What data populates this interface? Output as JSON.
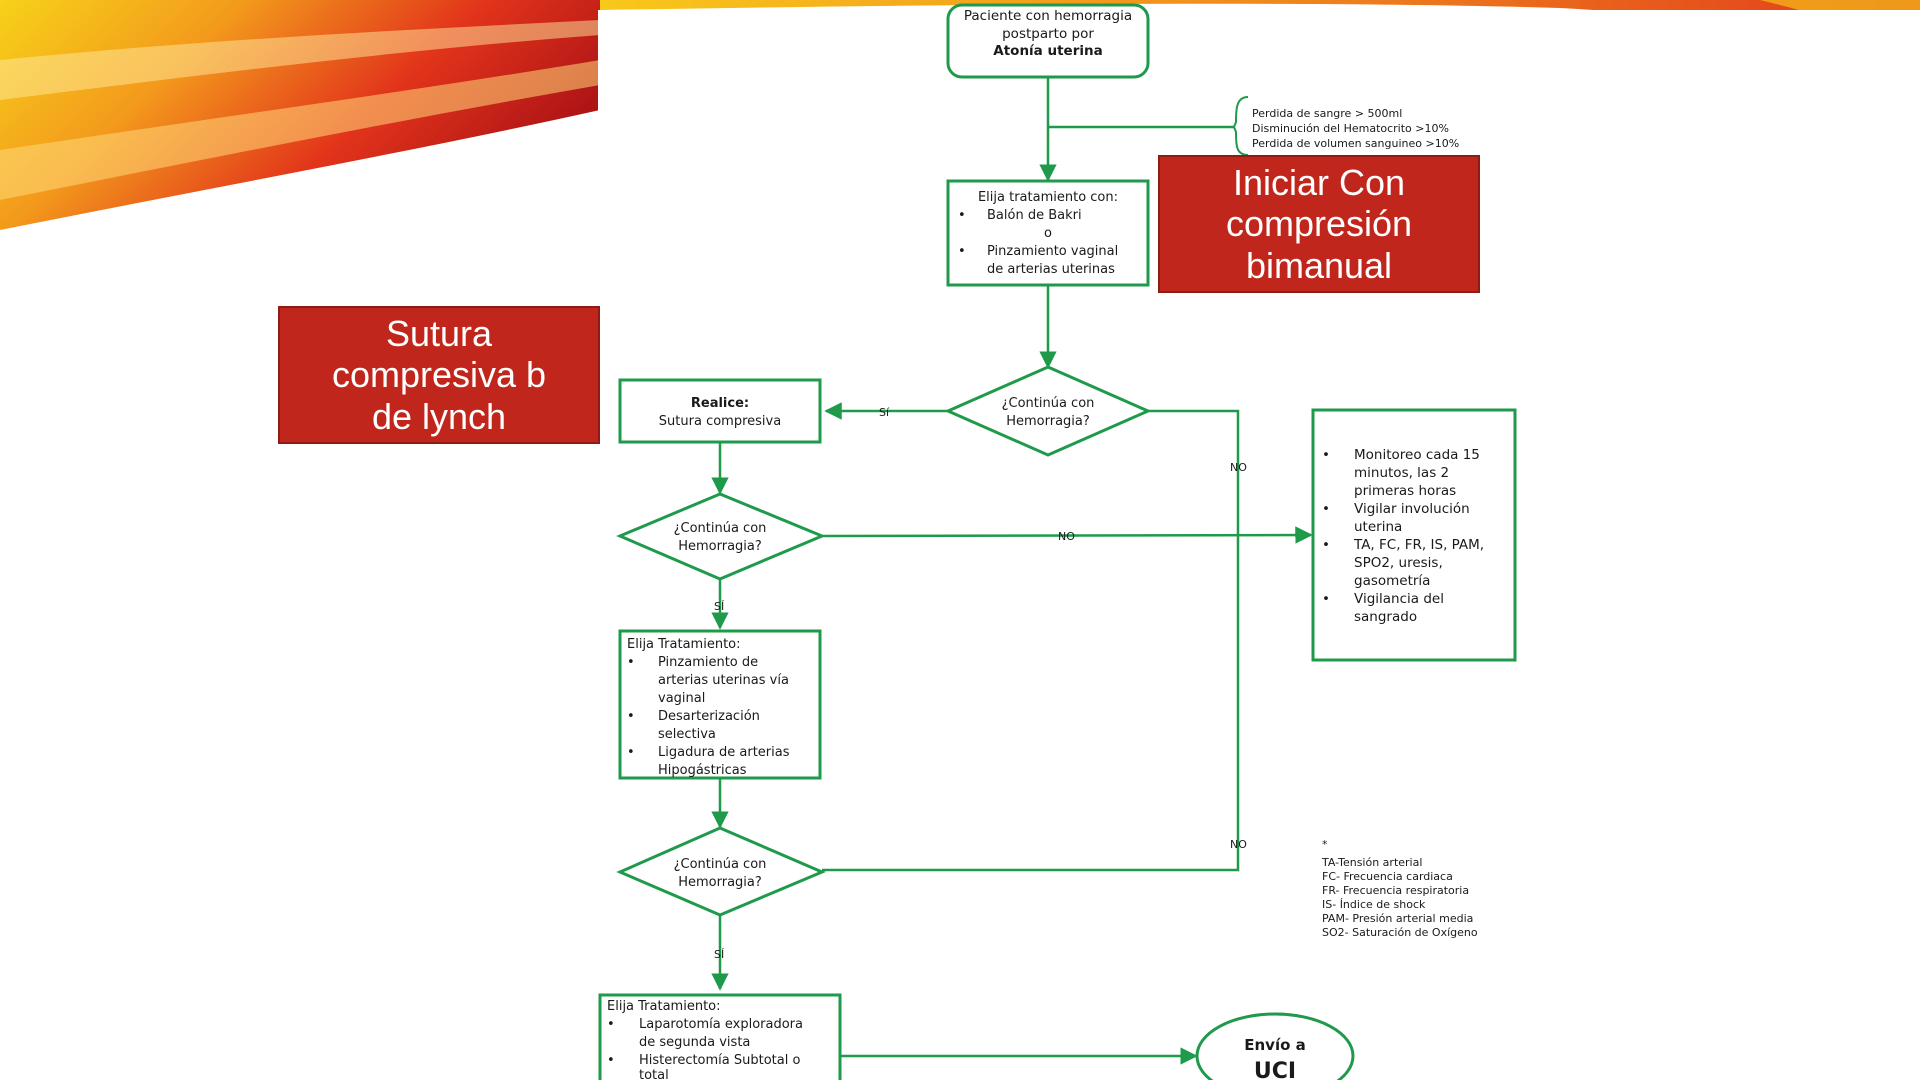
{
  "colors": {
    "accent_red": "#c0261b",
    "flow_green": "#1f9a4b",
    "text_dark": "#1a1a1a"
  },
  "callouts": {
    "right": "Iniciar Con\ncompresión\nbimanual",
    "left": "Sutura\ncompresiva b\nde lynch"
  },
  "flow": {
    "start": [
      "Paciente con hemorragia",
      "postparto por",
      "Atonía uterina"
    ],
    "criteria": [
      "Perdida de sangre > 500ml",
      "Disminución del Hematocrito >10%",
      "Perdida de volumen sanguineo >10%"
    ],
    "treatment1": {
      "title": "Elija tratamiento con:",
      "items": [
        "Balón de Bakri",
        "o",
        "Pinzamiento vaginal",
        "de arterias uterinas"
      ]
    },
    "decision1": [
      "¿Continúa con",
      "Hemorragia?"
    ],
    "decision2": [
      "¿Continúa con",
      "Hemorragia?"
    ],
    "decision3": [
      "¿Continúa con",
      "Hemorragia?"
    ],
    "realice": [
      "Realice:",
      "Sutura compresiva"
    ],
    "treatment2": {
      "title": "Elija Tratamiento:",
      "items": [
        "Pinzamiento de",
        "arterias uterinas vía",
        "vaginal",
        "Desarterización",
        "selectiva",
        "Ligadura de arterias",
        "Hipogástricas"
      ]
    },
    "treatment3": {
      "title": "Elija Tratamiento:",
      "items": [
        "Laparotomía exploradora",
        "de segunda vista",
        "Histerectomía Subtotal o",
        "total"
      ]
    },
    "monitor": [
      "Monitoreo cada 15",
      "minutos, las 2",
      "primeras horas",
      "Vigilar involución",
      "uterina",
      "TA, FC, FR, IS, PAM,",
      "SPO2, uresis,",
      "gasometría",
      "Vigilancia del",
      "sangrado"
    ],
    "uci": [
      "Envío a",
      "UCI"
    ],
    "labels": {
      "si": "SÍ",
      "si_first": "Sí",
      "no": "NO"
    },
    "legend": [
      "*",
      "TA-Tensión arterial",
      "FC- Frecuencia cardiaca",
      "FR- Frecuencia respiratoria",
      "IS- Índice de shock",
      "PAM- Presión arterial media",
      "SO2- Saturación de Oxígeno"
    ]
  }
}
